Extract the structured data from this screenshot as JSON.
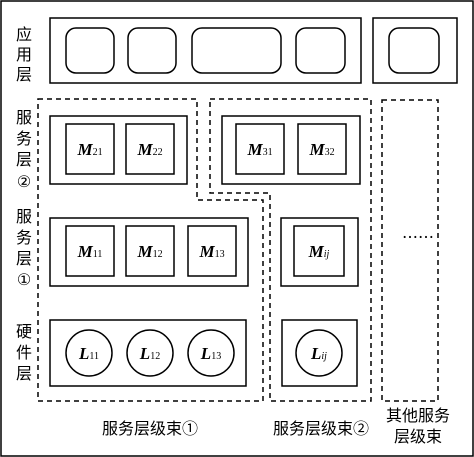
{
  "layers": {
    "app": "应用层",
    "service2": "服务层②",
    "service1": "服务层①",
    "hardware": "硬件层"
  },
  "modules": {
    "m21": {
      "main": "M",
      "sub": "21"
    },
    "m22": {
      "main": "M",
      "sub": "22"
    },
    "m31": {
      "main": "M",
      "sub": "31"
    },
    "m32": {
      "main": "M",
      "sub": "32"
    },
    "m11": {
      "main": "M",
      "sub": "11"
    },
    "m12": {
      "main": "M",
      "sub": "12"
    },
    "m13": {
      "main": "M",
      "sub": "13"
    },
    "mij": {
      "main": "M",
      "sub": "ij"
    }
  },
  "hardware_nodes": {
    "l11": {
      "main": "L",
      "sub": "11"
    },
    "l12": {
      "main": "L",
      "sub": "12"
    },
    "l13": {
      "main": "L",
      "sub": "13"
    },
    "lij": {
      "main": "L",
      "sub": "ij"
    }
  },
  "ellipsis": "……",
  "bundles": {
    "bundle1": "服务层级束①",
    "bundle2": "服务层级束②",
    "other_line1": "其他服务",
    "other_line2": "层级束"
  }
}
